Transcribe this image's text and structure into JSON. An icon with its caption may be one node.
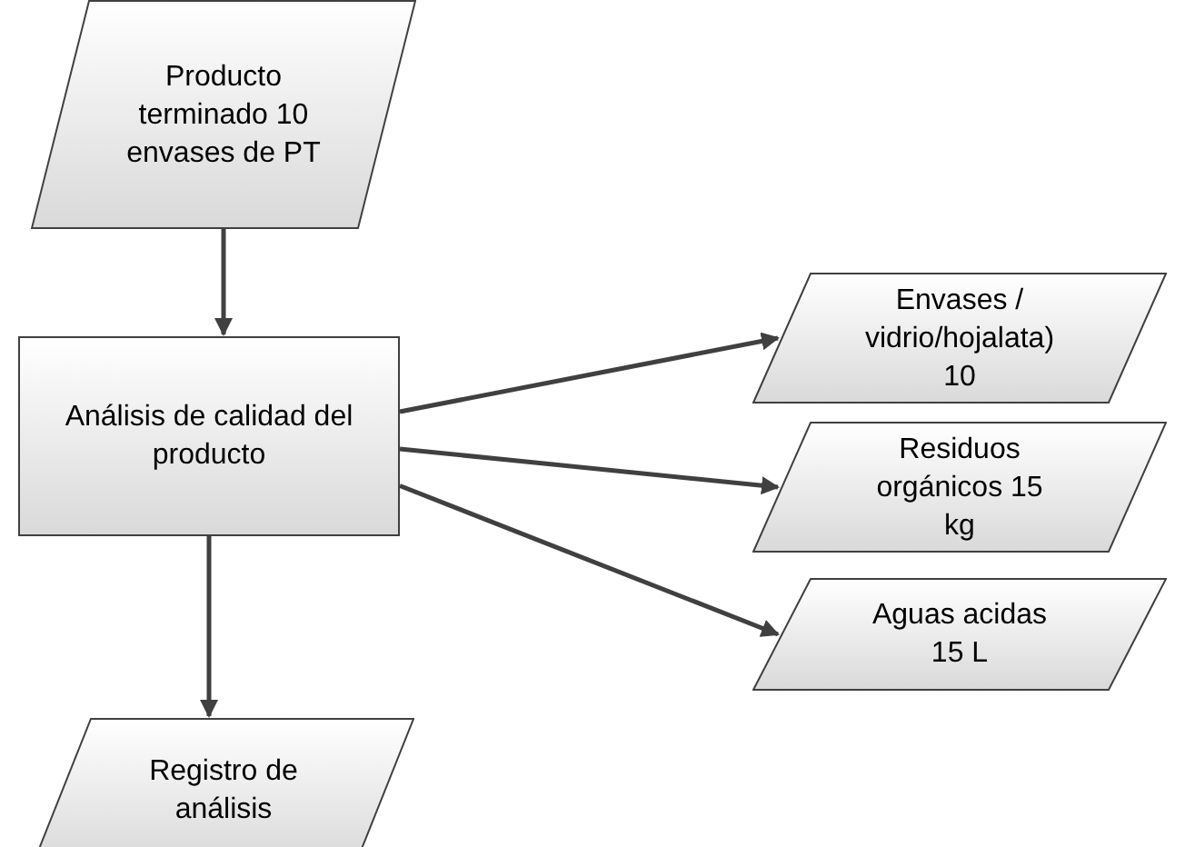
{
  "diagram": {
    "nodes": [
      {
        "text": [
          "Producto terminado 10 envases de PT"
        ]
      },
      {
        "text": [
          "Análisis de calidad del producto"
        ]
      },
      {
        "text": [
          "Envases / vidrio/hojalata) 10"
        ]
      },
      {
        "text": [
          "Residuos orgánicos 15 kg"
        ]
      },
      {
        "text": [
          "Aguas acidas 15 L"
        ]
      },
      {
        "text": [
          "Registro de análisis"
        ]
      }
    ],
    "edges": [
      {
        "from": 0,
        "to": 1,
        "arrow": "to"
      },
      {
        "from": 1,
        "to": 2,
        "arrow": "to"
      },
      {
        "from": 1,
        "to": 3,
        "arrow": "to"
      },
      {
        "from": 1,
        "to": 4,
        "arrow": "to"
      },
      {
        "from": 1,
        "to": 5,
        "arrow": "to"
      }
    ]
  }
}
